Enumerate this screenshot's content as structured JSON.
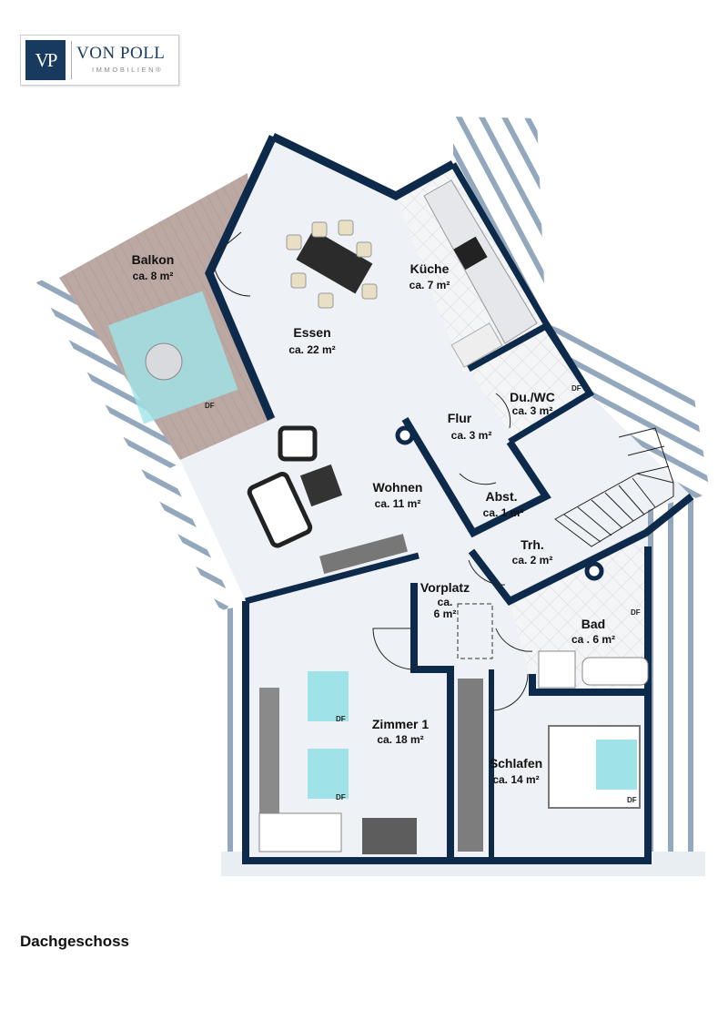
{
  "logo": {
    "mark": "VP",
    "name": "VON POLL",
    "sub": "IMMOBILIEN®"
  },
  "rooms": {
    "balkon": {
      "name": "Balkon",
      "area": "ca. 8 m²"
    },
    "essen": {
      "name": "Essen",
      "area": "ca. 22 m²"
    },
    "kueche": {
      "name": "Küche",
      "area": "ca. 7 m²"
    },
    "duwc": {
      "name": "Du./WC",
      "area": "ca. 3 m²"
    },
    "flur": {
      "name": "Flur",
      "area": "ca. 3 m²"
    },
    "wohnen": {
      "name": "Wohnen",
      "area": "ca. 11 m²"
    },
    "abst": {
      "name": "Abst.",
      "area": "ca. 1 m²"
    },
    "trh": {
      "name": "Trh.",
      "area": "ca. 2 m²"
    },
    "vorplatz": {
      "name": "Vorplatz",
      "area_line1": "ca.",
      "area_line2": "6 m²"
    },
    "bad": {
      "name": "Bad",
      "area": "ca . 6 m²"
    },
    "zimmer1": {
      "name": "Zimmer 1",
      "area": "ca. 18 m²"
    },
    "schlafen": {
      "name": "Schlafen",
      "area": "ca. 14 m²"
    }
  },
  "skylight_label": "DF",
  "caption": "Dachgeschoss",
  "colors": {
    "wall": "#0d2a4a",
    "floor": "#eef1f5",
    "deck": "#b9a7a0",
    "skylight": "#9fe3e8"
  }
}
